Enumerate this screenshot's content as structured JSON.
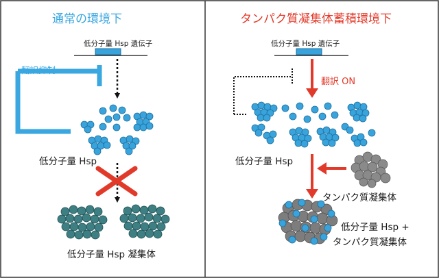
{
  "left_panel": {
    "title": "通常の環境下",
    "title_color": "#3aa7e0",
    "gene_label": "低分子量 Hsp 遺伝子",
    "repression_label": "翻訳抑制",
    "hsp_label": "低分子量 Hsp",
    "aggregate_label": "低分子量 Hsp 凝集体"
  },
  "right_panel": {
    "title": "タンパク質凝集体蓄積環境下",
    "title_color": "#e23a2a",
    "gene_label": "低分子量 Hsp 遺伝子",
    "translation_label": "翻訳 ON",
    "hsp_label": "低分子量 Hsp",
    "protein_aggregate_label": "タンパク質凝集体",
    "complex_label_line1": "低分子量 Hsp +",
    "complex_label_line2": "タンパク質凝集体"
  },
  "colors": {
    "hsp_blue": "#39a3dc",
    "aggregate_teal": "#3e7f83",
    "protein_gray": "#7d7d7d",
    "arrow_red": "#e23a2a",
    "repression_blue": "#3aa7e0"
  }
}
